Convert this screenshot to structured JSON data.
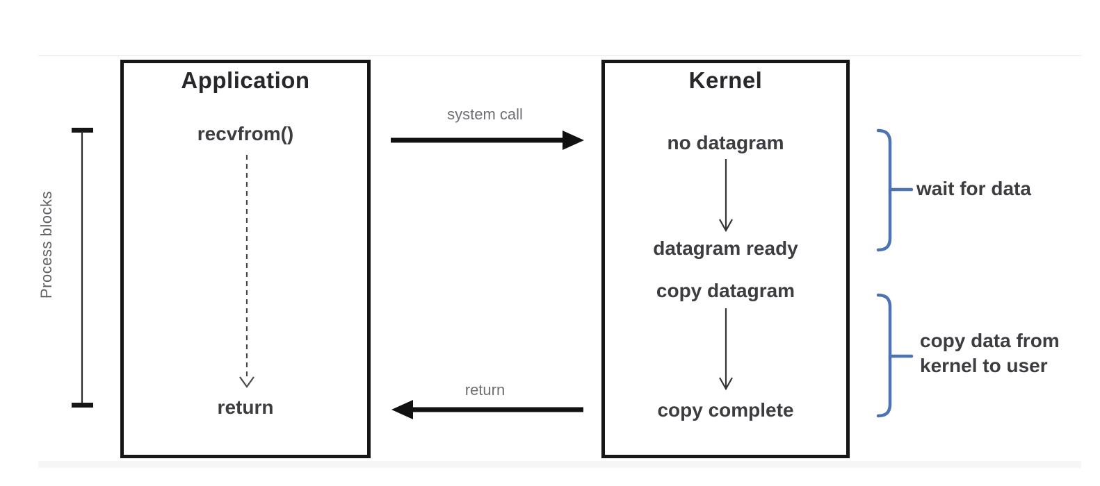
{
  "application": {
    "title": "Application",
    "call_label": "recvfrom()",
    "return_label": "return"
  },
  "kernel": {
    "title": "Kernel",
    "steps": [
      {
        "label": "no datagram"
      },
      {
        "label": "datagram ready"
      },
      {
        "label": "copy datagram"
      },
      {
        "label": "copy complete"
      }
    ]
  },
  "transfer": {
    "system_call_label": "system call",
    "return_label": "return"
  },
  "left_annotation": {
    "label": "Process blocks"
  },
  "right_annotations": [
    {
      "label": "wait for data"
    },
    {
      "label": "copy data from\nkernel to user"
    }
  ],
  "colors": {
    "brace_blue": "#4d74b2",
    "box_border": "#161616",
    "dark_text": "#3c3c41",
    "gray_text": "#6e6e73",
    "arrow_black": "#111111"
  }
}
